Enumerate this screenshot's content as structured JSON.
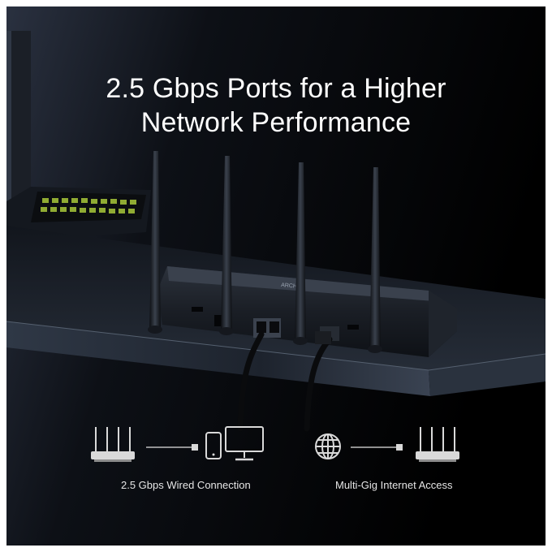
{
  "headline": {
    "line1": "2.5 Gbps Ports for a Higher",
    "line2": "Network Performance"
  },
  "router_label": "ARCHER",
  "features": [
    {
      "label": "2.5 Gbps Wired Connection",
      "icons": [
        "router-icon",
        "ethernet-cable-icon",
        "phone-icon",
        "monitor-icon"
      ]
    },
    {
      "label": "Multi-Gig Internet Access",
      "icons": [
        "globe-icon",
        "ethernet-cable-icon",
        "router-icon"
      ]
    }
  ],
  "colors": {
    "background": "#000000",
    "text": "#ffffff",
    "keyboard_accent": "#b5d334",
    "desk": "#1c222c"
  }
}
